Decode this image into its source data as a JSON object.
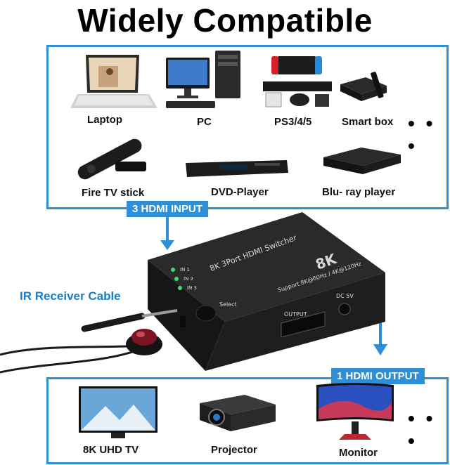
{
  "headline": "Widely Compatible",
  "input_tag": "3 HDMI INPUT",
  "output_tag": "1 HDMI OUTPUT",
  "ir_label": "IR Receiver Cable",
  "ellipsis": "• • •",
  "sources": {
    "row1": [
      "Laptop",
      "PC",
      "PS3/4/5",
      "Smart box"
    ],
    "row2": [
      "Fire TV stick",
      "DVD-Player",
      "Blu- ray player"
    ]
  },
  "outputs": [
    "8K UHD TV",
    "Projector",
    "Monitor"
  ],
  "device": {
    "title": "8K 3Port HDMI Switcher",
    "badge": "8K",
    "support": "Support 8K@60Hz / 4K@120Hz",
    "in1": "IN 1",
    "in2": "IN 2",
    "in3": "IN 3",
    "select": "Select",
    "output_port": "OUTPUT",
    "dc": "DC 5V"
  },
  "colors": {
    "accent": "#2e8fd6",
    "ir_text": "#1b7cc4"
  }
}
